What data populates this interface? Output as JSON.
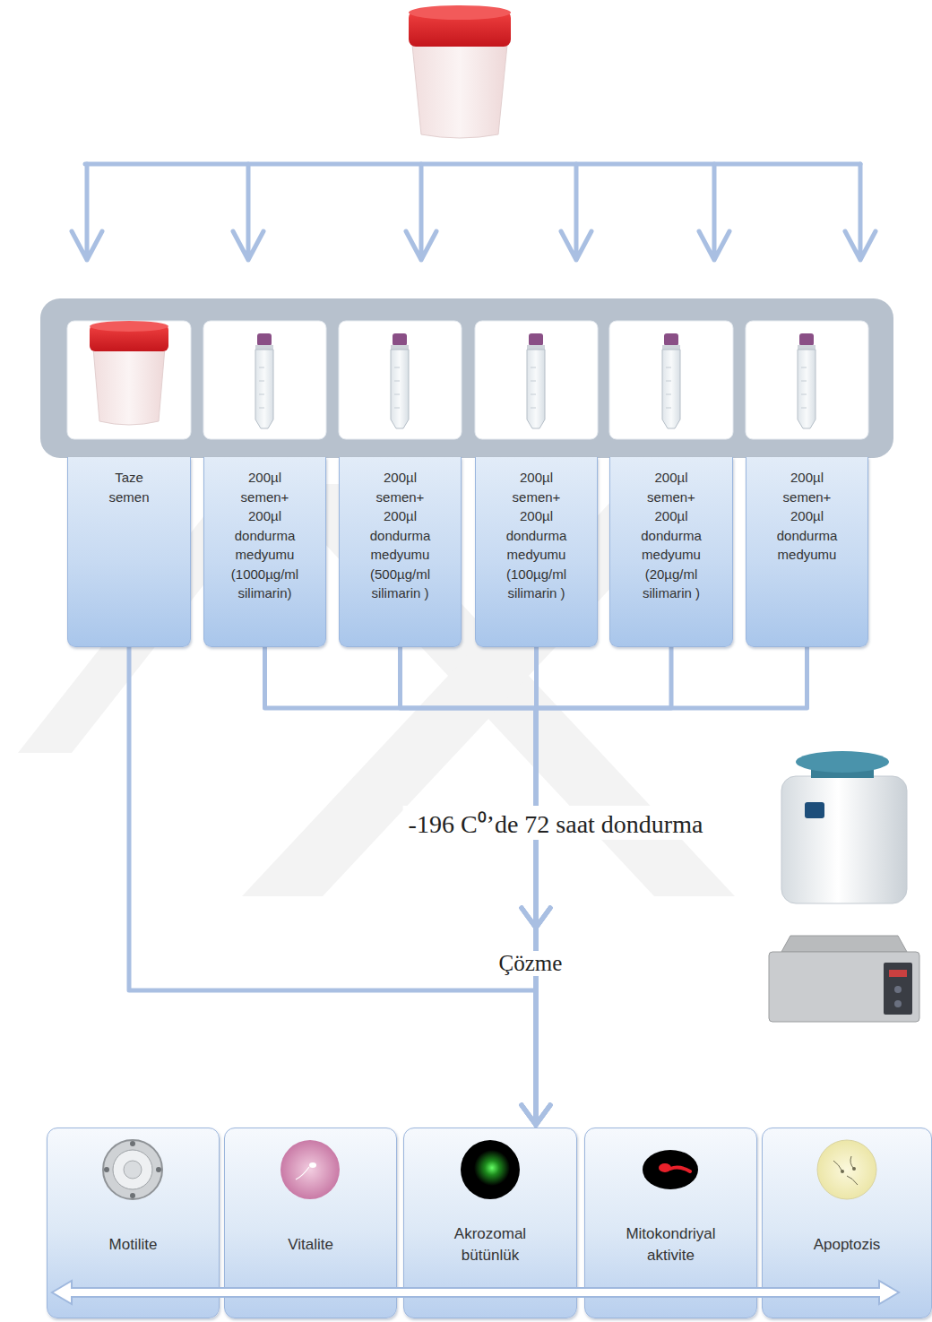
{
  "diagram": {
    "nodes": [
      {
        "text": [
          "Taze semen"
        ]
      },
      {
        "text": [
          "200µl semen+ 200µl dondurma medyumu (1000µg/ml silimarin)"
        ]
      },
      {
        "text": [
          "200µl semen+ 200µl dondurma medyumu (500µg/ml silimarin )"
        ]
      },
      {
        "text": [
          "200µl semen+ 200µl dondurma medyumu (100µg/ml silimarin )"
        ]
      },
      {
        "text": [
          "200µl semen+ 200µl dondurma medyumu (20µg/ml silimarin )"
        ]
      },
      {
        "text": [
          "200µl semen+ 200µl dondurma medyumu"
        ]
      },
      {
        "text": [
          "Motilite"
        ]
      },
      {
        "text": [
          "Vitalite"
        ]
      },
      {
        "text": [
          "Akrozomal bütünlük"
        ]
      },
      {
        "text": [
          "Mitokondriyal aktivite"
        ]
      },
      {
        "text": [
          "Apoptozis"
        ]
      }
    ],
    "edges": [
      {
        "from": 0,
        "to": 8,
        "arrow": "to"
      },
      {
        "from": 1,
        "to": 8,
        "arrow": "to"
      },
      {
        "from": 2,
        "to": 8,
        "arrow": "to"
      },
      {
        "from": 3,
        "to": 8,
        "arrow": "to"
      },
      {
        "from": 4,
        "to": 8,
        "arrow": "to"
      },
      {
        "from": 5,
        "to": 8,
        "arrow": "to"
      }
    ],
    "labels": [
      "-196 C⁰’de 72 saat dondurma",
      "Çözme"
    ]
  }
}
